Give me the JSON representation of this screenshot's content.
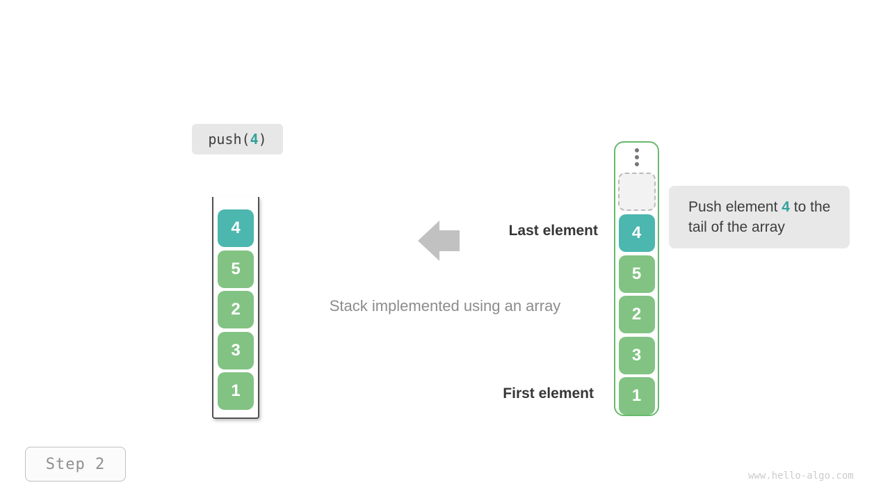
{
  "colors": {
    "teal_cell": "#4cb7ae",
    "green_cell": "#82c383",
    "teal_text": "#35a299",
    "container_border_green": "#67ba6b",
    "arrow_gray": "#c1c1c1",
    "callout_bg": "#e8e8e8"
  },
  "push_label": {
    "prefix": "push(",
    "arg": "4",
    "suffix": ")"
  },
  "left_stack": {
    "cells": [
      {
        "value": "4",
        "type": "teal"
      },
      {
        "value": "5",
        "type": "green"
      },
      {
        "value": "2",
        "type": "green"
      },
      {
        "value": "3",
        "type": "green"
      },
      {
        "value": "1",
        "type": "green"
      }
    ]
  },
  "right_stack": {
    "has_ellipsis_dots": "vertical-ellipsis",
    "has_empty_dashed_slot": "empty-slot",
    "cells": [
      {
        "value": "4",
        "type": "teal"
      },
      {
        "value": "5",
        "type": "green"
      },
      {
        "value": "2",
        "type": "green"
      },
      {
        "value": "3",
        "type": "green"
      },
      {
        "value": "1",
        "type": "green"
      }
    ]
  },
  "labels": {
    "last_element": "Last element",
    "first_element": "First element",
    "caption": "Stack implemented using an array"
  },
  "callout": {
    "prefix": "Push element ",
    "value": "4",
    "suffix": " to the tail of the array"
  },
  "step": {
    "label": "Step 2"
  },
  "watermark": {
    "text": "www.hello-algo.com"
  }
}
